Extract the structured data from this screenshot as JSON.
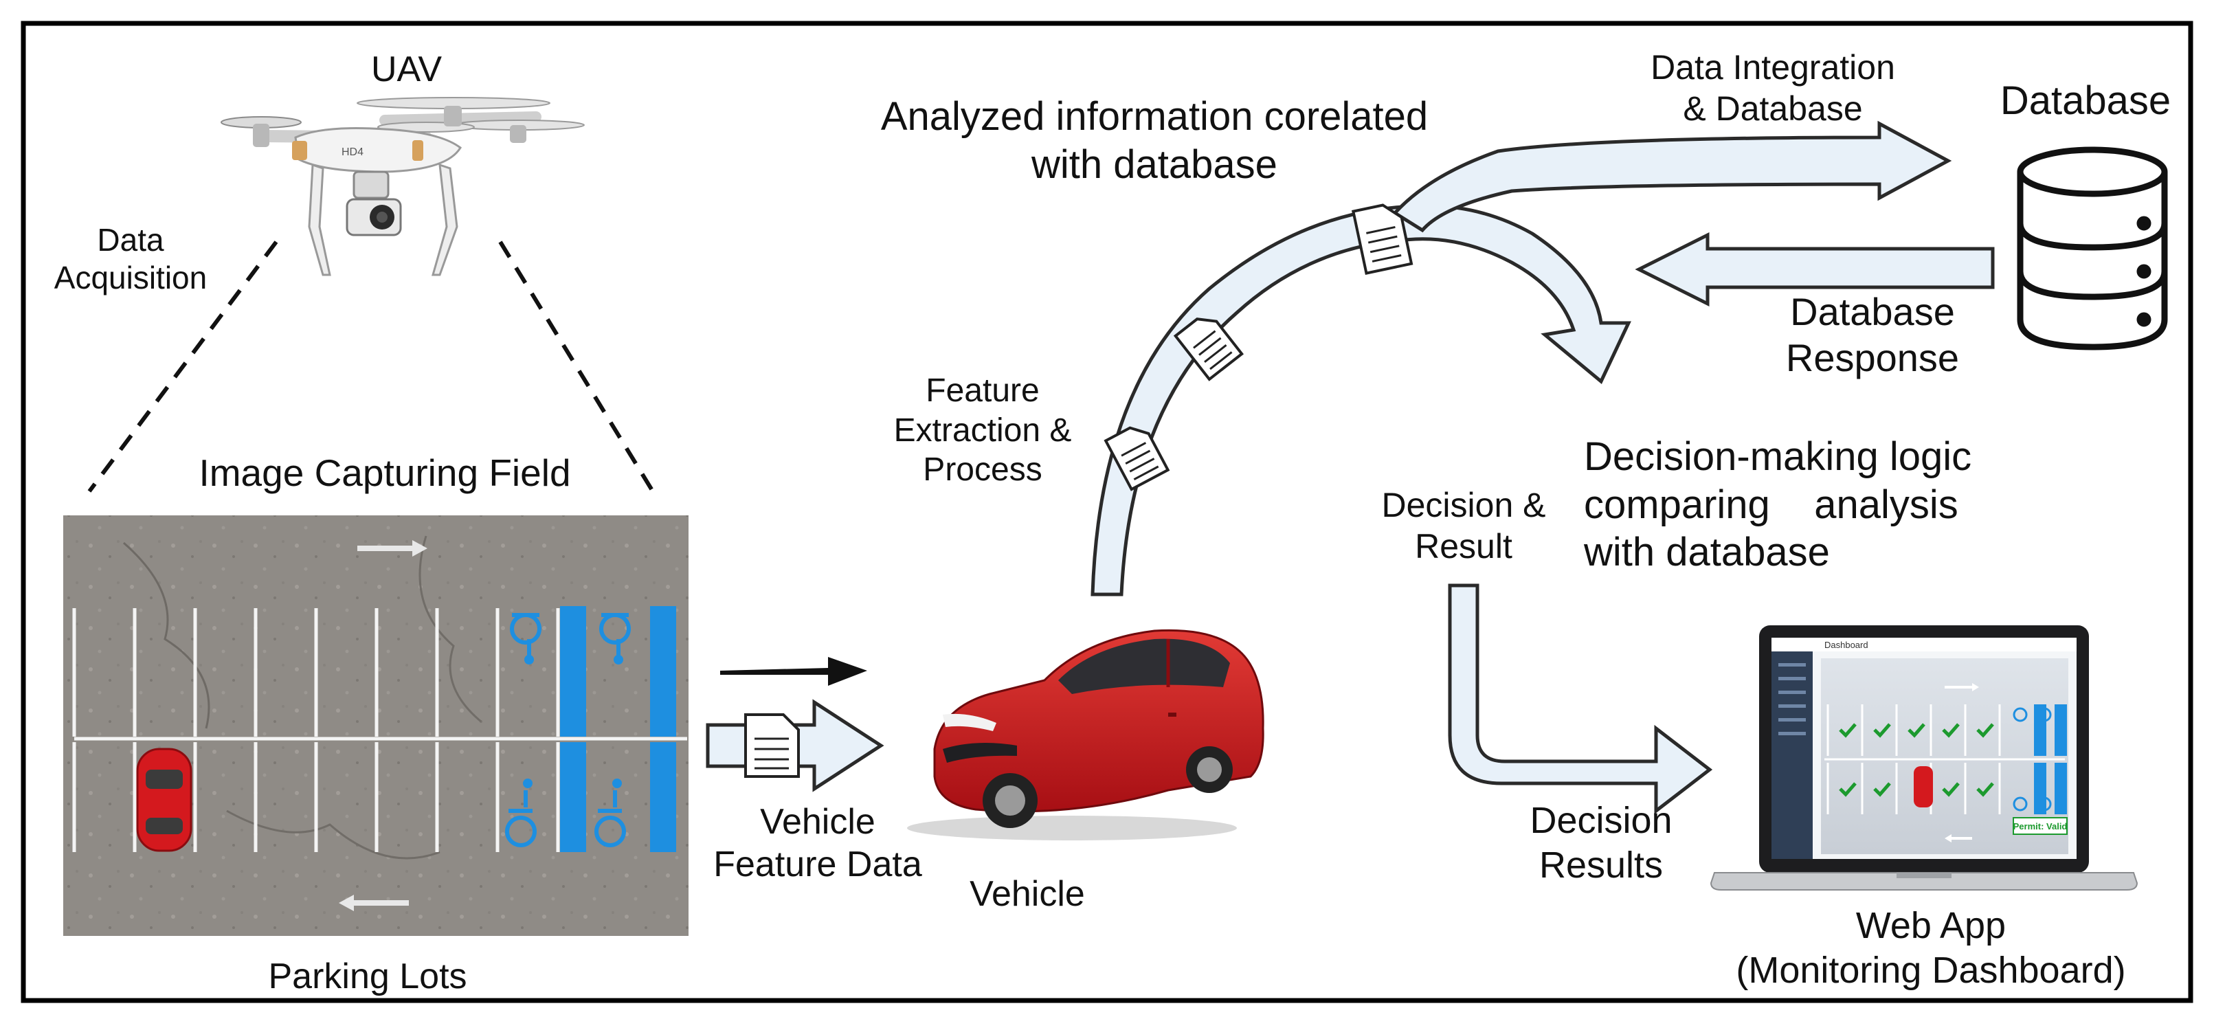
{
  "labels": {
    "uav": "UAV",
    "data_acquisition": "Data\nAcquisition",
    "image_capturing_field": "Image Capturing Field",
    "parking_lots": "Parking Lots",
    "vehicle_feature_data": "Vehicle\nFeature Data",
    "vehicle": "Vehicle",
    "feature_extraction": "Feature\nExtraction &\nProcess",
    "analyzed_info": "Analyzed information corelated\nwith database",
    "data_integration": "Data Integration\n& Database",
    "database": "Database",
    "database_response": "Database\nResponse",
    "decision_logic": "Decision-making logic\ncomparing    analysis\nwith database",
    "decision_result": "Decision &\nResult",
    "decision_results": "Decision\nResults",
    "web_app": "Web App\n(Monitoring Dashboard)"
  },
  "dashboard": {
    "title": "Dashboard",
    "permit": "Permit: Valid"
  },
  "drone_tag": "HD4",
  "colors": {
    "arrow_fill": "#e8f1f9",
    "arrow_stroke": "#2a2a2a",
    "car_red": "#d4191e",
    "accessible_blue": "#1e8fe0",
    "asphalt": "#8f8b86",
    "check_green": "#1c9a2e"
  }
}
